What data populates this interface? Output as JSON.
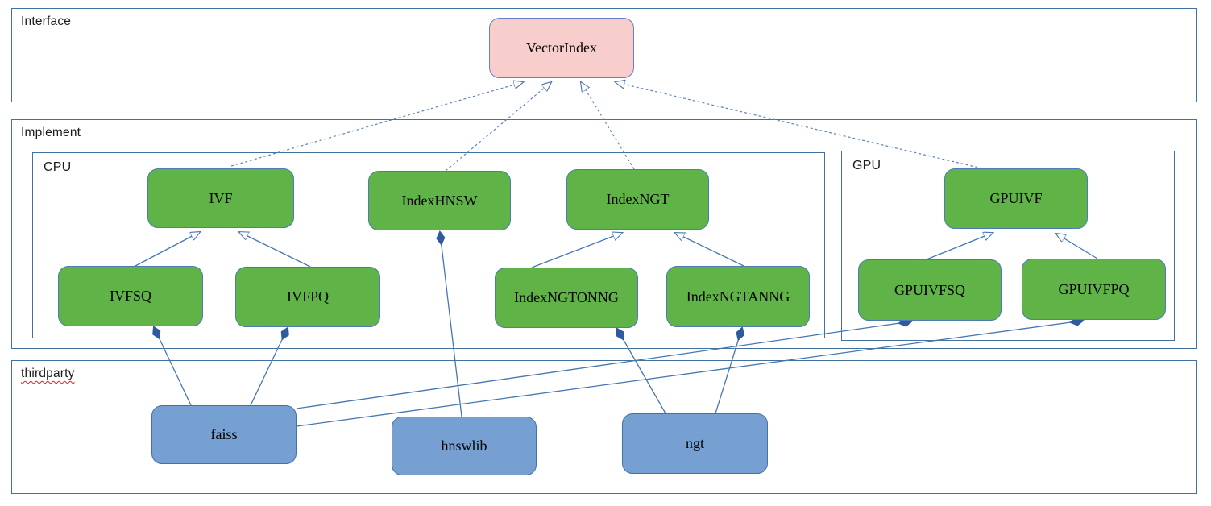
{
  "diagram": {
    "groups": {
      "interface": {
        "label": "Interface"
      },
      "implement": {
        "label": "Implement"
      },
      "cpu": {
        "label": "CPU"
      },
      "gpu": {
        "label": "GPU"
      },
      "thirdparty": {
        "label": "thirdparty"
      }
    },
    "nodes": {
      "vectorindex": {
        "label": "VectorIndex",
        "group": "interface",
        "kind": "interface-class"
      },
      "ivf": {
        "label": "IVF",
        "group": "cpu",
        "kind": "class"
      },
      "indexhnsw": {
        "label": "IndexHNSW",
        "group": "cpu",
        "kind": "class"
      },
      "indexngt": {
        "label": "IndexNGT",
        "group": "cpu",
        "kind": "class"
      },
      "ivfsq": {
        "label": "IVFSQ",
        "group": "cpu",
        "kind": "class"
      },
      "ivfpq": {
        "label": "IVFPQ",
        "group": "cpu",
        "kind": "class"
      },
      "indexngtonng": {
        "label": "IndexNGTONNG",
        "group": "cpu",
        "kind": "class"
      },
      "indexngtanng": {
        "label": "IndexNGTANNG",
        "group": "cpu",
        "kind": "class"
      },
      "gpuivf": {
        "label": "GPUIVF",
        "group": "gpu",
        "kind": "class"
      },
      "gpuivfsq": {
        "label": "GPUIVFSQ",
        "group": "gpu",
        "kind": "class"
      },
      "gpuivfpq": {
        "label": "GPUIVFPQ",
        "group": "gpu",
        "kind": "class"
      },
      "faiss": {
        "label": "faiss",
        "group": "thirdparty",
        "kind": "library"
      },
      "hnswlib": {
        "label": "hnswlib",
        "group": "thirdparty",
        "kind": "library"
      },
      "ngt": {
        "label": "ngt",
        "group": "thirdparty",
        "kind": "library"
      }
    },
    "edges": [
      {
        "from": "IVF",
        "to": "VectorIndex",
        "type": "realization",
        "style": "dashed-open-arrow"
      },
      {
        "from": "IndexHNSW",
        "to": "VectorIndex",
        "type": "realization",
        "style": "dashed-open-arrow"
      },
      {
        "from": "IndexNGT",
        "to": "VectorIndex",
        "type": "realization",
        "style": "dashed-open-arrow"
      },
      {
        "from": "GPUIVF",
        "to": "VectorIndex",
        "type": "realization",
        "style": "dashed-open-arrow"
      },
      {
        "from": "IVFSQ",
        "to": "IVF",
        "type": "inheritance",
        "style": "solid-open-arrow"
      },
      {
        "from": "IVFPQ",
        "to": "IVF",
        "type": "inheritance",
        "style": "solid-open-arrow"
      },
      {
        "from": "IndexNGTONNG",
        "to": "IndexNGT",
        "type": "inheritance",
        "style": "solid-open-arrow"
      },
      {
        "from": "IndexNGTANNG",
        "to": "IndexNGT",
        "type": "inheritance",
        "style": "solid-open-arrow"
      },
      {
        "from": "GPUIVFSQ",
        "to": "GPUIVF",
        "type": "inheritance",
        "style": "solid-open-arrow"
      },
      {
        "from": "GPUIVFPQ",
        "to": "GPUIVF",
        "type": "inheritance",
        "style": "solid-open-arrow"
      },
      {
        "from": "IndexHNSW",
        "to": "hnswlib",
        "type": "composition",
        "style": "solid-filled-diamond"
      },
      {
        "from": "IVFSQ",
        "to": "faiss",
        "type": "composition",
        "style": "solid-filled-diamond"
      },
      {
        "from": "IVFPQ",
        "to": "faiss",
        "type": "composition",
        "style": "solid-filled-diamond"
      },
      {
        "from": "IndexNGTONNG",
        "to": "ngt",
        "type": "composition",
        "style": "solid-filled-diamond"
      },
      {
        "from": "IndexNGTANNG",
        "to": "ngt",
        "type": "composition",
        "style": "solid-filled-diamond"
      },
      {
        "from": "GPUIVFSQ",
        "to": "faiss",
        "type": "composition",
        "style": "solid-filled-diamond"
      },
      {
        "from": "GPUIVFPQ",
        "to": "faiss",
        "type": "composition",
        "style": "solid-filled-diamond"
      }
    ],
    "colors": {
      "class_fill": "#5fb347",
      "library_fill": "#769fd2",
      "interface_fill": "#f8cecc",
      "connector": "#4576b3",
      "container_border": "#41719c",
      "spellcheck_underline": "#dd2222"
    }
  }
}
